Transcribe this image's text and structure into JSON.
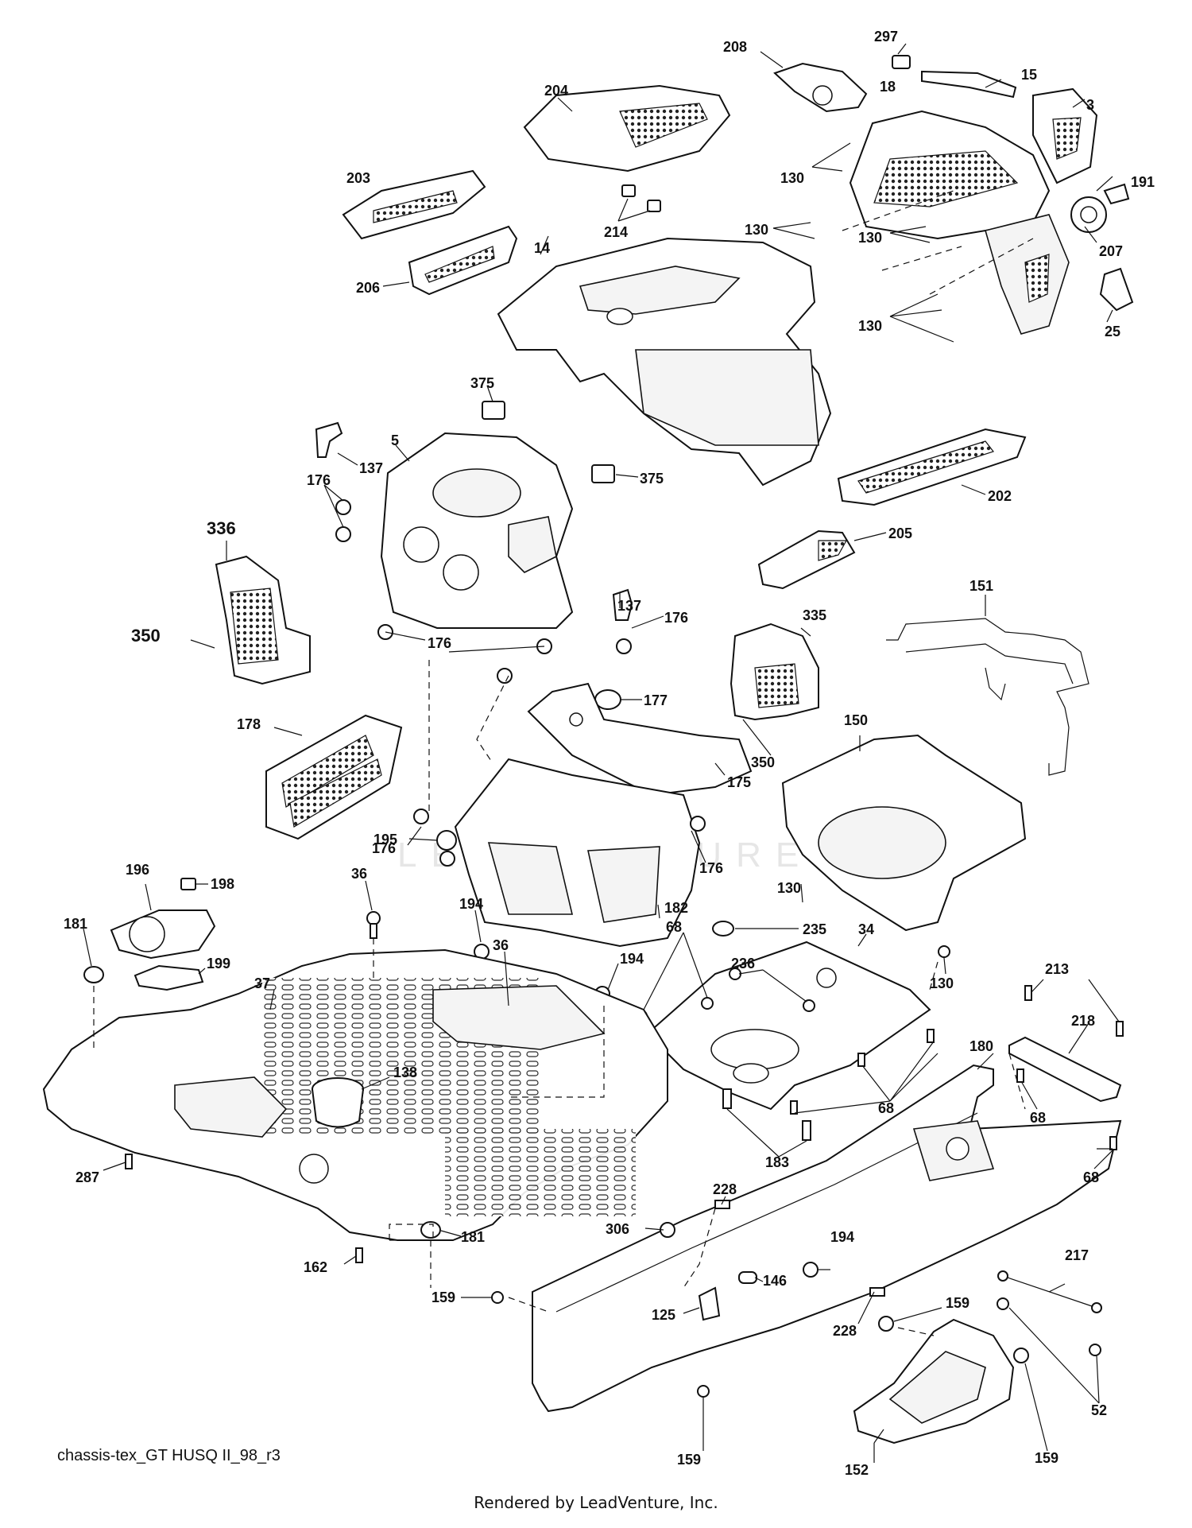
{
  "diagram_id": "chassis-tex_GT HUSQ II_98_r3",
  "footer": "Rendered by LeadVenture, Inc.",
  "watermark": "LEADVENTURE",
  "labels": {
    "l_297": "297",
    "l_208": "208",
    "l_15": "15",
    "l_204": "204",
    "l_18": "18",
    "l_3": "3",
    "l_130a": "130",
    "l_203": "203",
    "l_191": "191",
    "l_214": "214",
    "l_130b": "130",
    "l_130c": "130",
    "l_207": "207",
    "l_14": "14",
    "l_206": "206",
    "l_130d": "130",
    "l_25": "25",
    "l_375a": "375",
    "l_137a": "137",
    "l_5": "5",
    "l_375b": "375",
    "l_176a": "176",
    "l_202": "202",
    "l_336": "336",
    "l_205": "205",
    "l_151": "151",
    "l_137b": "137",
    "l_176b": "176",
    "l_350a": "350",
    "l_176c": "176",
    "l_335": "335",
    "l_177": "177",
    "l_178": "178",
    "l_350b": "350",
    "l_150": "150",
    "l_175": "175",
    "l_195": "195",
    "l_176d": "176",
    "l_176e": "176",
    "l_196": "196",
    "l_198": "198",
    "l_130e": "130",
    "l_36a": "36",
    "l_182": "182",
    "l_194a": "194",
    "l_235": "235",
    "l_181a": "181",
    "l_36b": "36",
    "l_34": "34",
    "l_68a": "68",
    "l_236": "236",
    "l_130f": "130",
    "l_199": "199",
    "l_194b": "194",
    "l_213": "213",
    "l_37": "37",
    "l_218": "218",
    "l_180": "180",
    "l_138": "138",
    "l_68b": "68",
    "l_68c": "68",
    "l_183": "183",
    "l_287": "287",
    "l_68d": "68",
    "l_228a": "228",
    "l_306": "306",
    "l_181b": "181",
    "l_194c": "194",
    "l_217": "217",
    "l_162": "162",
    "l_146": "146",
    "l_159a": "159",
    "l_125": "125",
    "l_159b": "159",
    "l_228b": "228",
    "l_52": "52",
    "l_159c": "159",
    "l_152": "152",
    "l_159d": "159"
  }
}
